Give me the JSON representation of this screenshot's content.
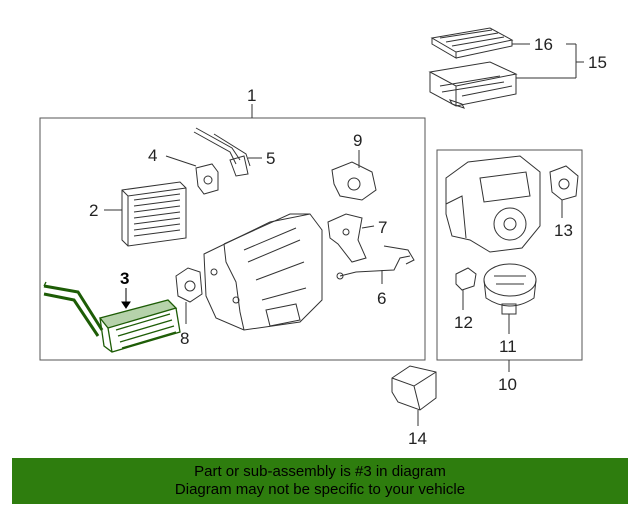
{
  "callouts": {
    "c1": "1",
    "c2": "2",
    "c3": "3",
    "c4": "4",
    "c5": "5",
    "c6": "6",
    "c7": "7",
    "c8": "8",
    "c9": "9",
    "c10": "10",
    "c11": "11",
    "c12": "12",
    "c13": "13",
    "c14": "14",
    "c15": "15",
    "c16": "16"
  },
  "highlight": {
    "part": "3",
    "color": "#2e7d0e"
  },
  "footer": {
    "line1": "Part or sub-assembly is #3 in diagram",
    "line2": "Diagram may not be specific to your vehicle"
  }
}
